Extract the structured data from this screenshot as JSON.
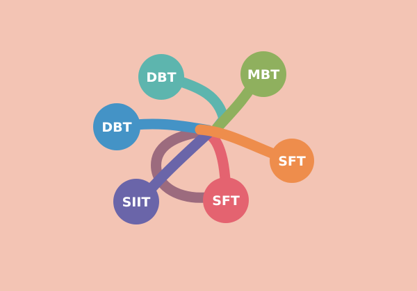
{
  "background": "#f3c4b4",
  "nodes": [
    {
      "id": "dbt-top",
      "label": "DBT",
      "color": "#5db5ae"
    },
    {
      "id": "mbt",
      "label": "MBT",
      "color": "#8fb05e"
    },
    {
      "id": "dbt-left",
      "label": "DBT",
      "color": "#4493c6"
    },
    {
      "id": "sft-right",
      "label": "SFT",
      "color": "#ee8d4c"
    },
    {
      "id": "siit",
      "label": "SIIT",
      "color": "#6a65a9"
    },
    {
      "id": "sft-bottom",
      "label": "SFT",
      "color": "#e46370"
    }
  ],
  "links": [
    {
      "from": "dbt-top",
      "color": "#5db5ae"
    },
    {
      "from": "mbt",
      "color": "#8fb05e"
    },
    {
      "from": "dbt-left",
      "color": "#4493c6"
    },
    {
      "from": "sft-right",
      "color": "#ee8d4c"
    },
    {
      "from": "siit",
      "color": "#6a65a9"
    },
    {
      "from": "sft-bottom",
      "color": "#e46370"
    },
    {
      "from": "loop",
      "color": "#9c6b7e"
    }
  ]
}
